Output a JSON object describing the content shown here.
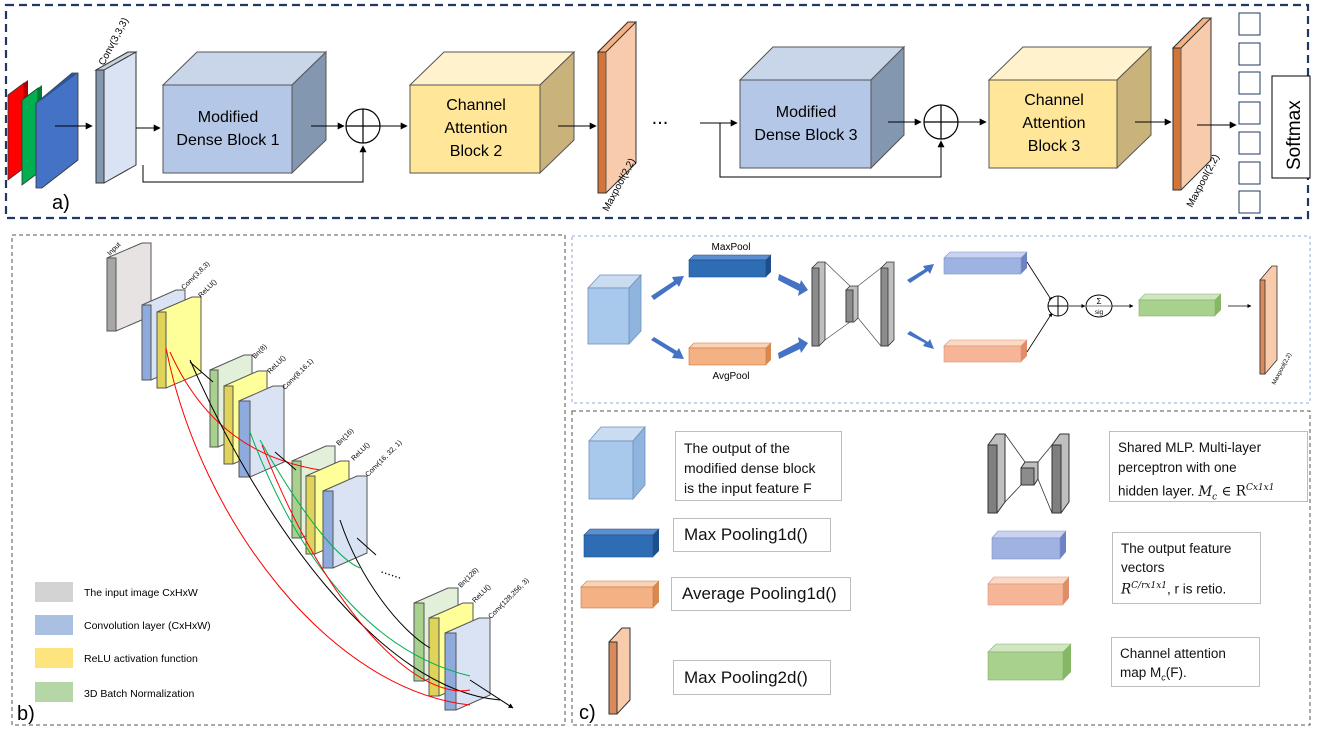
{
  "panel_a": {
    "letter": "a)",
    "conv_label": "Conv(3,3,3)",
    "block1": [
      "Modified",
      "Dense Block 1"
    ],
    "block2": [
      "Channel",
      "Attention",
      "Block 2"
    ],
    "block3": [
      "Modified",
      "Dense Block 3"
    ],
    "block4": [
      "Channel",
      "Attention",
      "Block 3"
    ],
    "maxpool_label": "Maxpool(2,2)",
    "ellipsis": "...",
    "softmax": "Softmax"
  },
  "panel_b": {
    "letter": "b)",
    "input_label": "Input",
    "conv1": "Conv(3,8,3)",
    "relu": "ReLU()",
    "bn8": "Bn(8)",
    "conv2": "Conv(8,16,1)",
    "bn16": "Bn(16)",
    "conv3": "Conv(16, 32, 1)",
    "bn128": "Bn(128)",
    "conv4": "Conv(128,256, 3)",
    "dots": "......",
    "legend": [
      {
        "label": "The input image CxHxW",
        "color": "#d3d3d3"
      },
      {
        "label": "Convolution layer (CxHxW)",
        "color": "#a9c0e2"
      },
      {
        "label": "ReLU activation function",
        "color": "#fde47f"
      },
      {
        "label": "3D Batch Normalization",
        "color": "#b5d7a8"
      }
    ]
  },
  "panel_cam": {
    "maxpool": "MaxPool",
    "avgpool": "AvgPool",
    "sigma": "Σ",
    "sig": "sig",
    "maxpool_small": "Maxpool(2,2)"
  },
  "panel_c": {
    "letter": "c)",
    "feature_desc": [
      "The output of the",
      "modified dense block",
      "is the input feature F"
    ],
    "max_pool1d": "Max Pooling1d()",
    "avg_pool1d": "Average Pooling1d()",
    "max_pool2d": "Max Pooling2d()",
    "mlp_desc": [
      "Shared MLP. Multi-layer",
      "perceptron with one",
      "hidden layer."
    ],
    "mlp_math_prefix": "M",
    "mlp_math_sub": "c",
    "mlp_math_mid": " ∈ R",
    "mlp_math_sup": "Cx1x1",
    "vec_desc": [
      "The output feature",
      "vectors"
    ],
    "vec_math_base": "R",
    "vec_math_sup": "C/rx1x1",
    "vec_math_tail": ", r is retio.",
    "cam_desc": [
      "Channel attention"
    ],
    "cam_math_prefix": "map M",
    "cam_math_sub": "c",
    "cam_math_tail": "(F)."
  },
  "colors": {
    "blue_block": "#b4c7e7",
    "yellow_block": "#ffe699",
    "orange_pool": "#f4b183",
    "dark_blue_pool": "#2e6db4",
    "green_vec": "#a9d18e",
    "dash_navy": "#1f3864"
  }
}
